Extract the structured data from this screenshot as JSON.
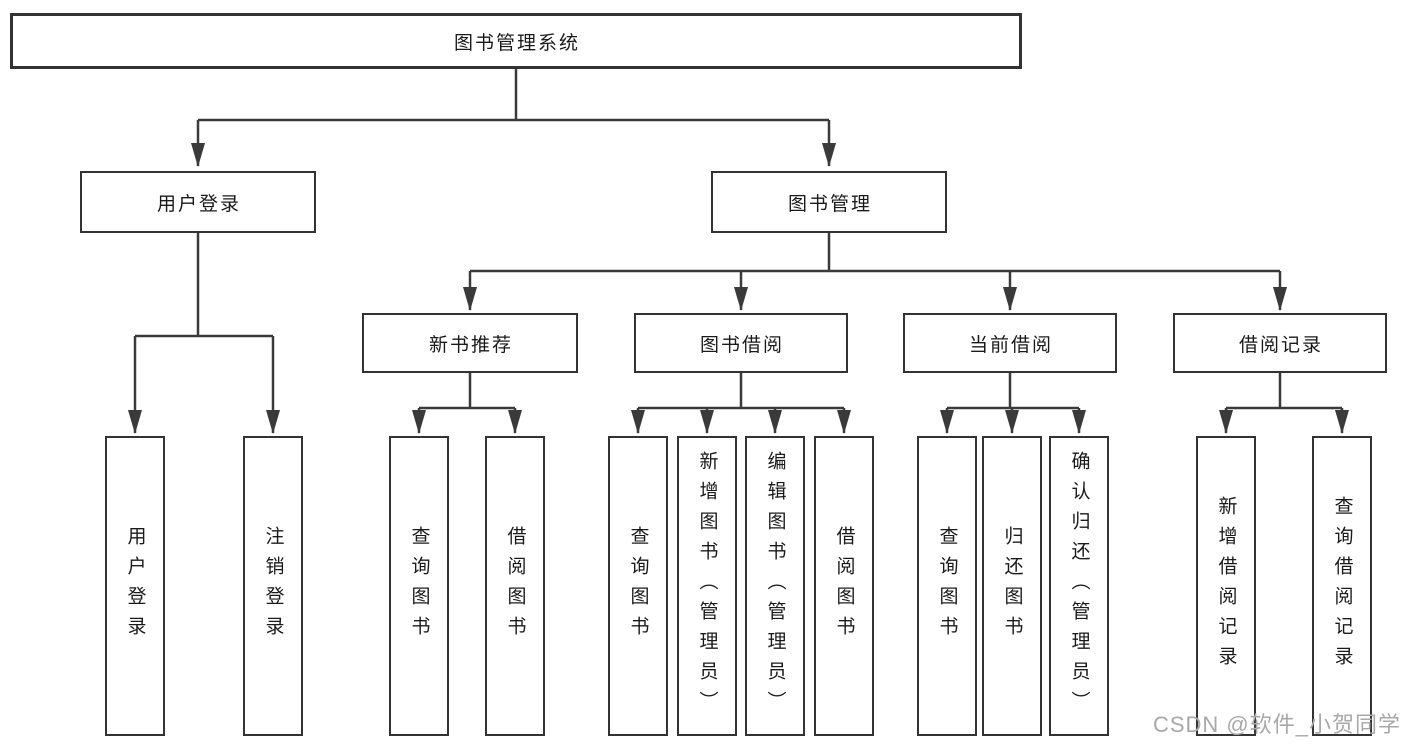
{
  "diagram": {
    "root": {
      "label": "图书管理系统"
    },
    "children": [
      {
        "label": "用户登录",
        "children": [
          {
            "label": "用户登录"
          },
          {
            "label": "注销登录"
          }
        ]
      },
      {
        "label": "图书管理",
        "children": [
          {
            "label": "新书推荐",
            "children": [
              {
                "label": "查询图书"
              },
              {
                "label": "借阅图书"
              }
            ]
          },
          {
            "label": "图书借阅",
            "children": [
              {
                "label": "查询图书"
              },
              {
                "label": "新增图书（管理员）"
              },
              {
                "label": "编辑图书（管理员）"
              },
              {
                "label": "借阅图书"
              }
            ]
          },
          {
            "label": "当前借阅",
            "children": [
              {
                "label": "查询图书"
              },
              {
                "label": "归还图书"
              },
              {
                "label": "确认归还（管理员）"
              }
            ]
          },
          {
            "label": "借阅记录",
            "children": [
              {
                "label": "新增借阅记录"
              },
              {
                "label": "查询借阅记录"
              }
            ]
          }
        ]
      }
    ]
  },
  "watermark": {
    "text": "CSDN @软件_小贺同学"
  },
  "colors": {
    "line": "#3a3a3a",
    "box_border": "#333333",
    "text": "#1a1a1a",
    "watermark": "#a8a8a8",
    "background": "#ffffff"
  }
}
